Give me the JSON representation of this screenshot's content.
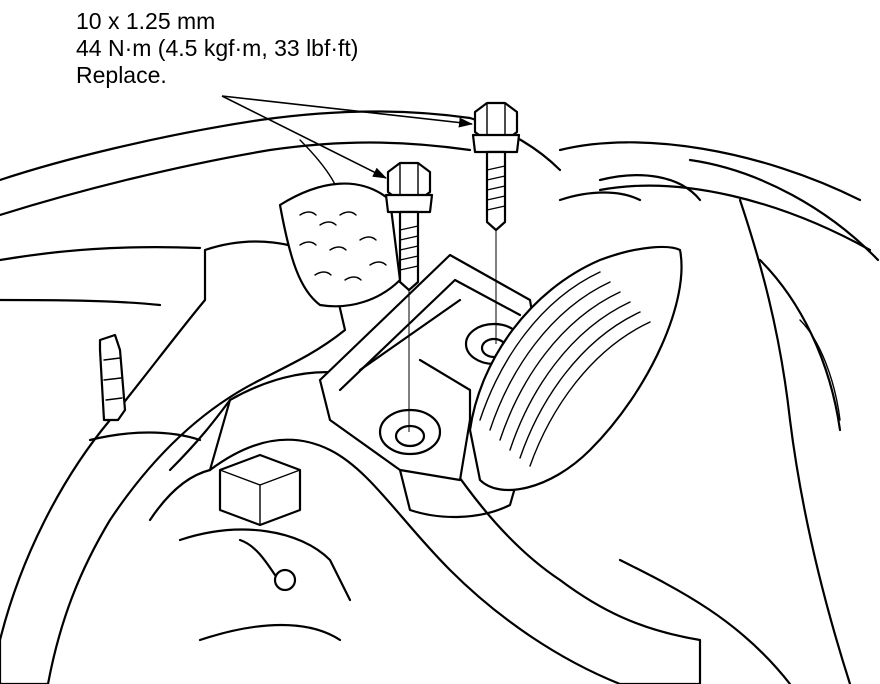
{
  "callout": {
    "size": "10 x 1.25 mm",
    "torque": "44 N·m (4.5 kgf·m, 33 lbf·ft)",
    "note": "Replace."
  },
  "colors": {
    "ink": "#000000",
    "paper": "#ffffff"
  }
}
